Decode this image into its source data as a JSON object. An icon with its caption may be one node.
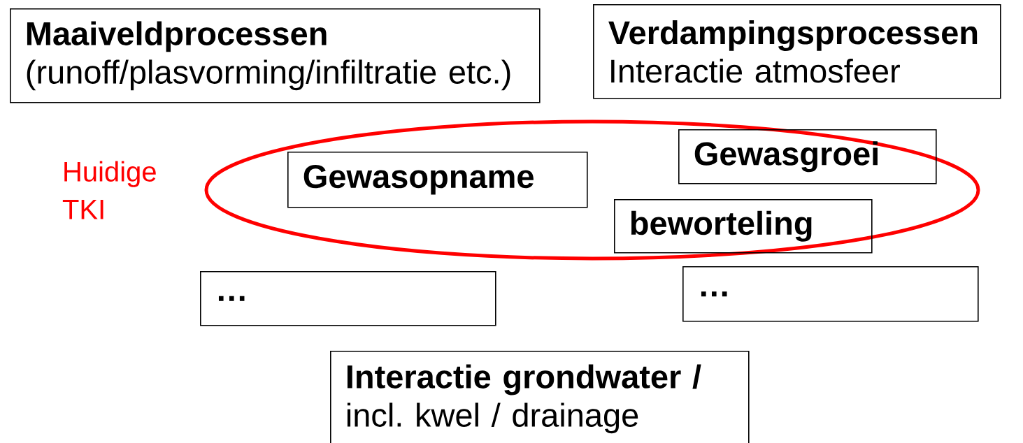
{
  "diagram": {
    "nodes": [
      {
        "text": [
          "Maaiveldprocessen",
          "(runoff/plasvorming/infiltratie etc.)"
        ]
      },
      {
        "text": [
          "Verdampingsprocessen",
          "Interactie atmosfeer"
        ]
      },
      {
        "text": [
          "Huidige TKI"
        ]
      },
      {
        "text": [
          "Gewasopname"
        ],
        "in": 2
      },
      {
        "text": [
          "Gewasgroei"
        ],
        "in": 2
      },
      {
        "text": [
          "beworteling"
        ],
        "in": 2
      },
      {
        "text": [
          "…"
        ]
      },
      {
        "text": [
          "…"
        ]
      },
      {
        "text": [
          "Interactie grondwater /",
          "incl. kwel / drainage"
        ]
      }
    ]
  }
}
